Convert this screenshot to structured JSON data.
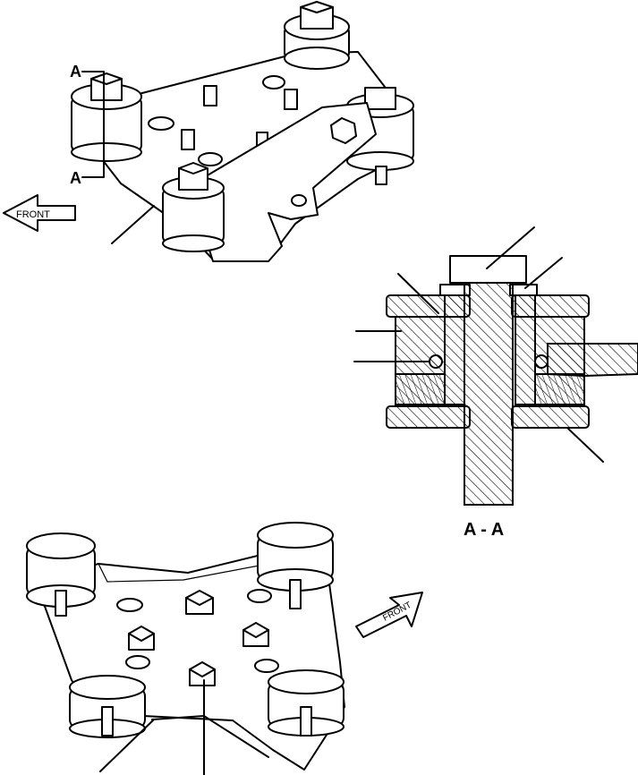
{
  "labels": {
    "section_marker_top": "A",
    "section_marker_bottom": "A",
    "section_title": "A - A",
    "front_arrow_top": "FRONT",
    "front_arrow_bottom": "FRONT"
  }
}
